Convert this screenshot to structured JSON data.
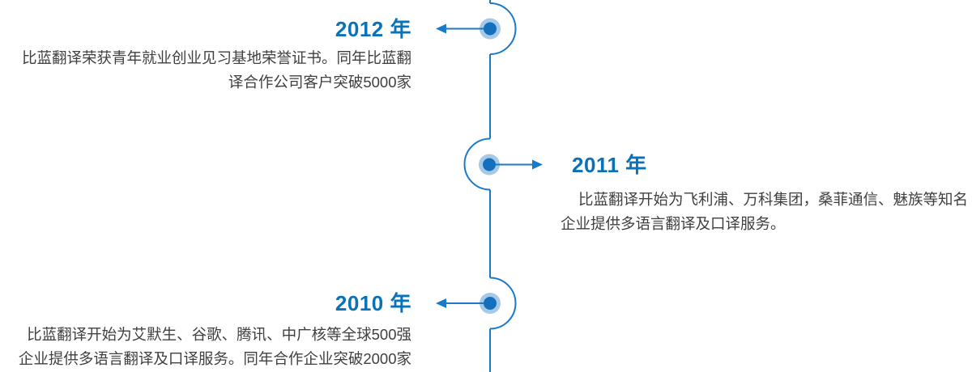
{
  "page": {
    "background": "#ffffff",
    "type": "company-history-timeline",
    "orientation": "vertical"
  },
  "colors": {
    "accent_blue": "#0a72b8",
    "line_blue": "#1a7ac9",
    "dot_blue": "#1470bd",
    "dot_halo_blue": "#9cc4e6",
    "body_text": "#404040"
  },
  "timeline": {
    "events": [
      {
        "id": "2012",
        "year_label": "2012 年",
        "side": "left",
        "description_lines": [
          "比蓝翻译荣获青年就业创业见习基地荣誉证书。同年比蓝翻",
          "译合作公司客户突破5000家"
        ]
      },
      {
        "id": "2011",
        "year_label": "2011 年",
        "side": "right",
        "description_lines": [
          "比蓝翻译开始为飞利浦、万科集团，桑菲通信、魅族等知名",
          "企业提供多语言翻译及口译服务。"
        ]
      },
      {
        "id": "2010",
        "year_label": "2010 年",
        "side": "left",
        "description_lines": [
          "比蓝翻译开始为艾默生、谷歌、腾讯、中广核等全球500强",
          "企业提供多语言翻译及口译服务。同年合作企业突破2000家"
        ]
      }
    ]
  }
}
